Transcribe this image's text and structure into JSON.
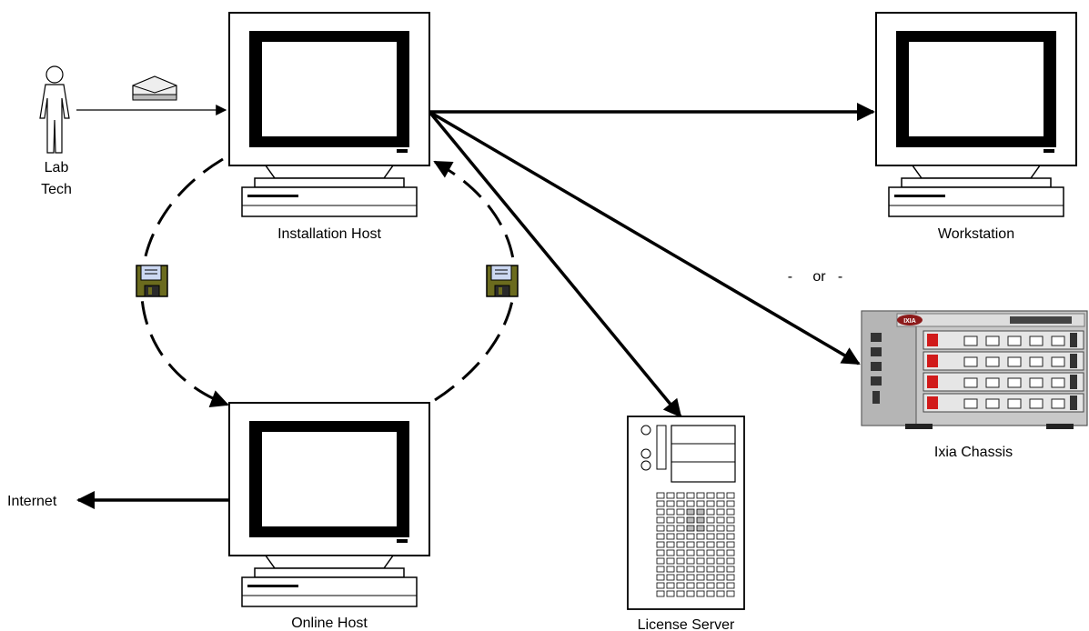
{
  "nodes": {
    "lab_tech": {
      "line1": "Lab",
      "line2": "Tech",
      "icon": "person-icon"
    },
    "installation_host": {
      "label": "Installation Host",
      "icon": "computer-icon"
    },
    "workstation": {
      "label": "Workstation",
      "icon": "computer-icon"
    },
    "online_host": {
      "label": "Online Host",
      "icon": "computer-icon"
    },
    "license_server": {
      "label": "License Server",
      "icon": "server-tower-icon"
    },
    "ixia_chassis": {
      "label": "Ixia Chassis",
      "icon": "chassis-icon",
      "brand": "IXIA"
    },
    "internet": {
      "label": "Internet"
    }
  },
  "or_separator": "-     or   -",
  "media_icons": [
    "floppy-disk-icon",
    "floppy-disk-icon",
    "envelope-icon"
  ],
  "colors": {
    "floppy_body": "#6b6b1e",
    "floppy_label": "#ccd8f2",
    "ixia_red": "#d11b1b",
    "line": "#000000"
  }
}
